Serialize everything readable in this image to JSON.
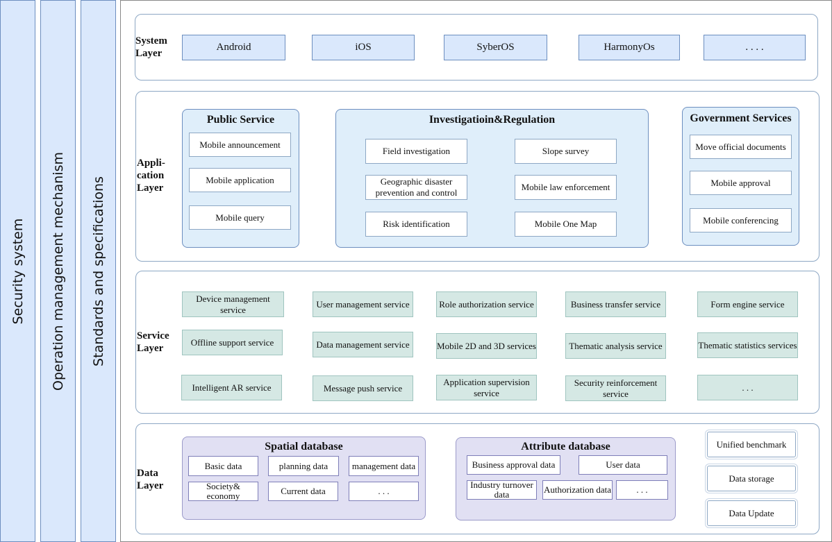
{
  "side_bars": [
    "Security system",
    "Operation management mechanism",
    "Standards and specifications"
  ],
  "system_layer": {
    "label": "System Layer",
    "items": [
      "Android",
      "iOS",
      "SyberOS",
      "HarmonyOs",
      ". . . ."
    ]
  },
  "application_layer": {
    "label": "Appli-cation Layer",
    "public_service": {
      "title": "Public Service",
      "items": [
        "Mobile announcement",
        "Mobile application",
        "Mobile query"
      ]
    },
    "investigation": {
      "title": "Investigatioin&Regulation",
      "items": [
        "Field investigation",
        "Slope survey",
        "Geographic disaster prevention and control",
        "Mobile law enforcement",
        "Risk identification",
        "Mobile One Map"
      ]
    },
    "government": {
      "title": "Government Services",
      "items": [
        "Move official documents",
        "Mobile approval",
        "Mobile conferencing"
      ]
    }
  },
  "service_layer": {
    "label": "Service Layer",
    "items": [
      "Device management service",
      "User management service",
      "Role authorization service",
      "Business transfer service",
      "Form engine service",
      "Offline support service",
      "Data management service",
      "Mobile 2D and 3D services",
      "Thematic analysis service",
      "Thematic statistics services",
      "Intelligent AR service",
      "Message push service",
      "Application supervision service",
      "Security reinforcement service",
      ". . ."
    ]
  },
  "data_layer": {
    "label": "Data Layer",
    "spatial": {
      "title": "Spatial database",
      "items": [
        "Basic data",
        "planning data",
        "management data",
        "Society& economy",
        "Current data",
        ". . ."
      ]
    },
    "attribute": {
      "title": "Attribute database",
      "items": [
        "Business approval data",
        "User data",
        "Industry turnover data",
        "Authorization data",
        ". . ."
      ]
    },
    "side_items": [
      "Unified benchmark",
      "Data storage",
      "Data Update"
    ]
  }
}
